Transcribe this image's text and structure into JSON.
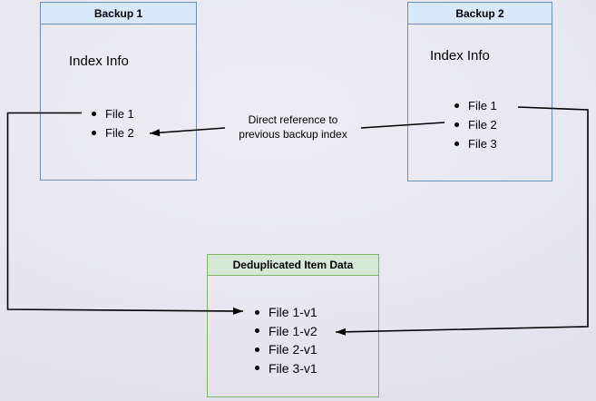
{
  "diagram": {
    "backup1": {
      "title": "Backup 1",
      "section_label": "Index Info",
      "files": [
        "File 1",
        "File 2"
      ]
    },
    "backup2": {
      "title": "Backup 2",
      "section_label": "Index Info",
      "files": [
        "File 1",
        "File 2",
        "File 3"
      ]
    },
    "dedup_store": {
      "title": "Deduplicated Item Data",
      "items": [
        "File 1-v1",
        "File 1-v2",
        "File 2-v1",
        "File 3-v1"
      ]
    },
    "annotation": {
      "lines": [
        "Direct reference to",
        "previous backup index"
      ]
    },
    "colors": {
      "canvas_background": "#e6e5ee",
      "backup_box_border": "#6c8ebf",
      "backup_header_fill": "#dae8fc",
      "dedup_box_border": "#82b366",
      "dedup_header_fill": "#d5e8d4",
      "arrow_color": "#000000",
      "text_color": "#000000"
    }
  }
}
